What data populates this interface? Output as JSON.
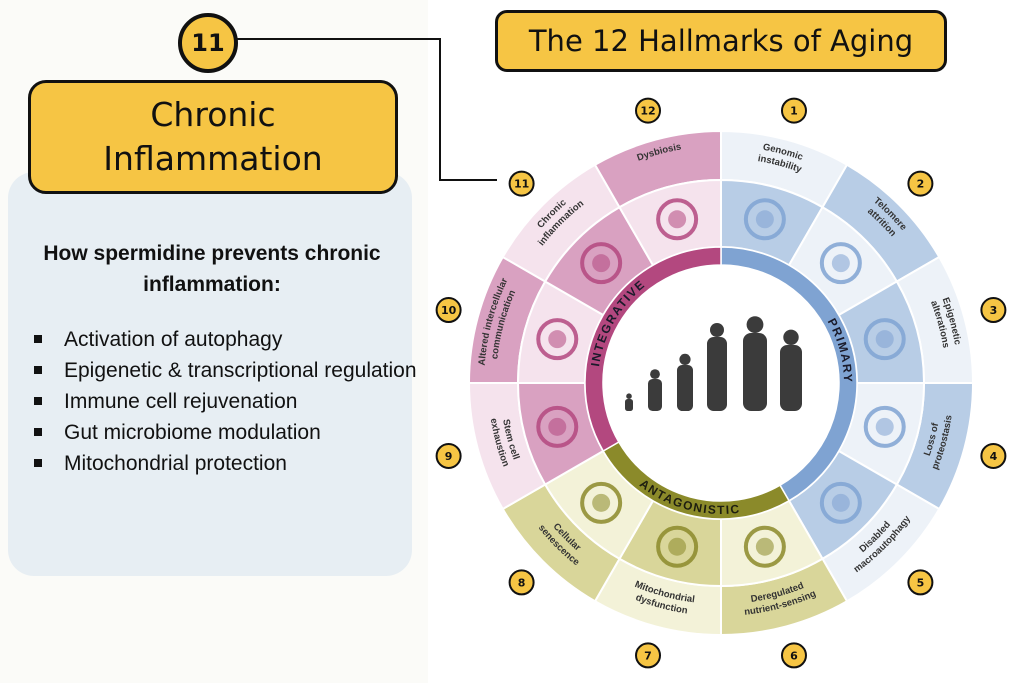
{
  "left_panel": {
    "badge_number": "11",
    "title": "Chronic Inflammation",
    "subtitle": "How spermidine prevents chronic inflammation:",
    "mechanisms": [
      "Activation of autophagy",
      "Epigenetic & transcriptional regulation",
      "Immune cell rejuvenation",
      "Gut microbiome modulation",
      "Mitochondrial protection"
    ]
  },
  "diagram": {
    "title": "The 12 Hallmarks of Aging",
    "groups": [
      {
        "label": "PRIMARY",
        "color": "#7fa3d2"
      },
      {
        "label": "ANTAGONISTIC",
        "color": "#8b8a2a"
      },
      {
        "label": "INTEGRATIVE",
        "color": "#b3487f"
      }
    ],
    "hallmarks": [
      {
        "number": "1",
        "label": "Genomic instability",
        "icon": "dna-helix-icon"
      },
      {
        "number": "2",
        "label": "Telomere attrition",
        "icon": "chromosome-icon"
      },
      {
        "number": "3",
        "label": "Epigenetic alterations",
        "icon": "nucleosome-icon"
      },
      {
        "number": "4",
        "label": "Loss of proteostasis",
        "icon": "protein-fold-icon"
      },
      {
        "number": "5",
        "label": "Disabled macroautophagy",
        "icon": "autophagosome-icon"
      },
      {
        "number": "6",
        "label": "Deregulated nutrient-sensing",
        "icon": "cutlery-icon"
      },
      {
        "number": "7",
        "label": "Mitochondrial dysfunction",
        "icon": "mitochondrion-icon"
      },
      {
        "number": "8",
        "label": "Cellular senescence",
        "icon": "leaf-icon"
      },
      {
        "number": "9",
        "label": "Stem cell exhaustion",
        "icon": "stem-cell-icon"
      },
      {
        "number": "10",
        "label": "Altered intercellular communication",
        "icon": "cell-network-icon"
      },
      {
        "number": "11",
        "label": "Chronic inflammation",
        "icon": "inflammation-cell-icon"
      },
      {
        "number": "12",
        "label": "Dysbiosis",
        "icon": "bacterium-icon"
      }
    ],
    "center_icon": "human-aging-silhouettes-icon",
    "colors": {
      "accent": "#f6c544",
      "primary_dark": "#7fa3d2",
      "antagonistic_dark": "#8b8a2a",
      "integrative_dark": "#b3487f"
    }
  }
}
